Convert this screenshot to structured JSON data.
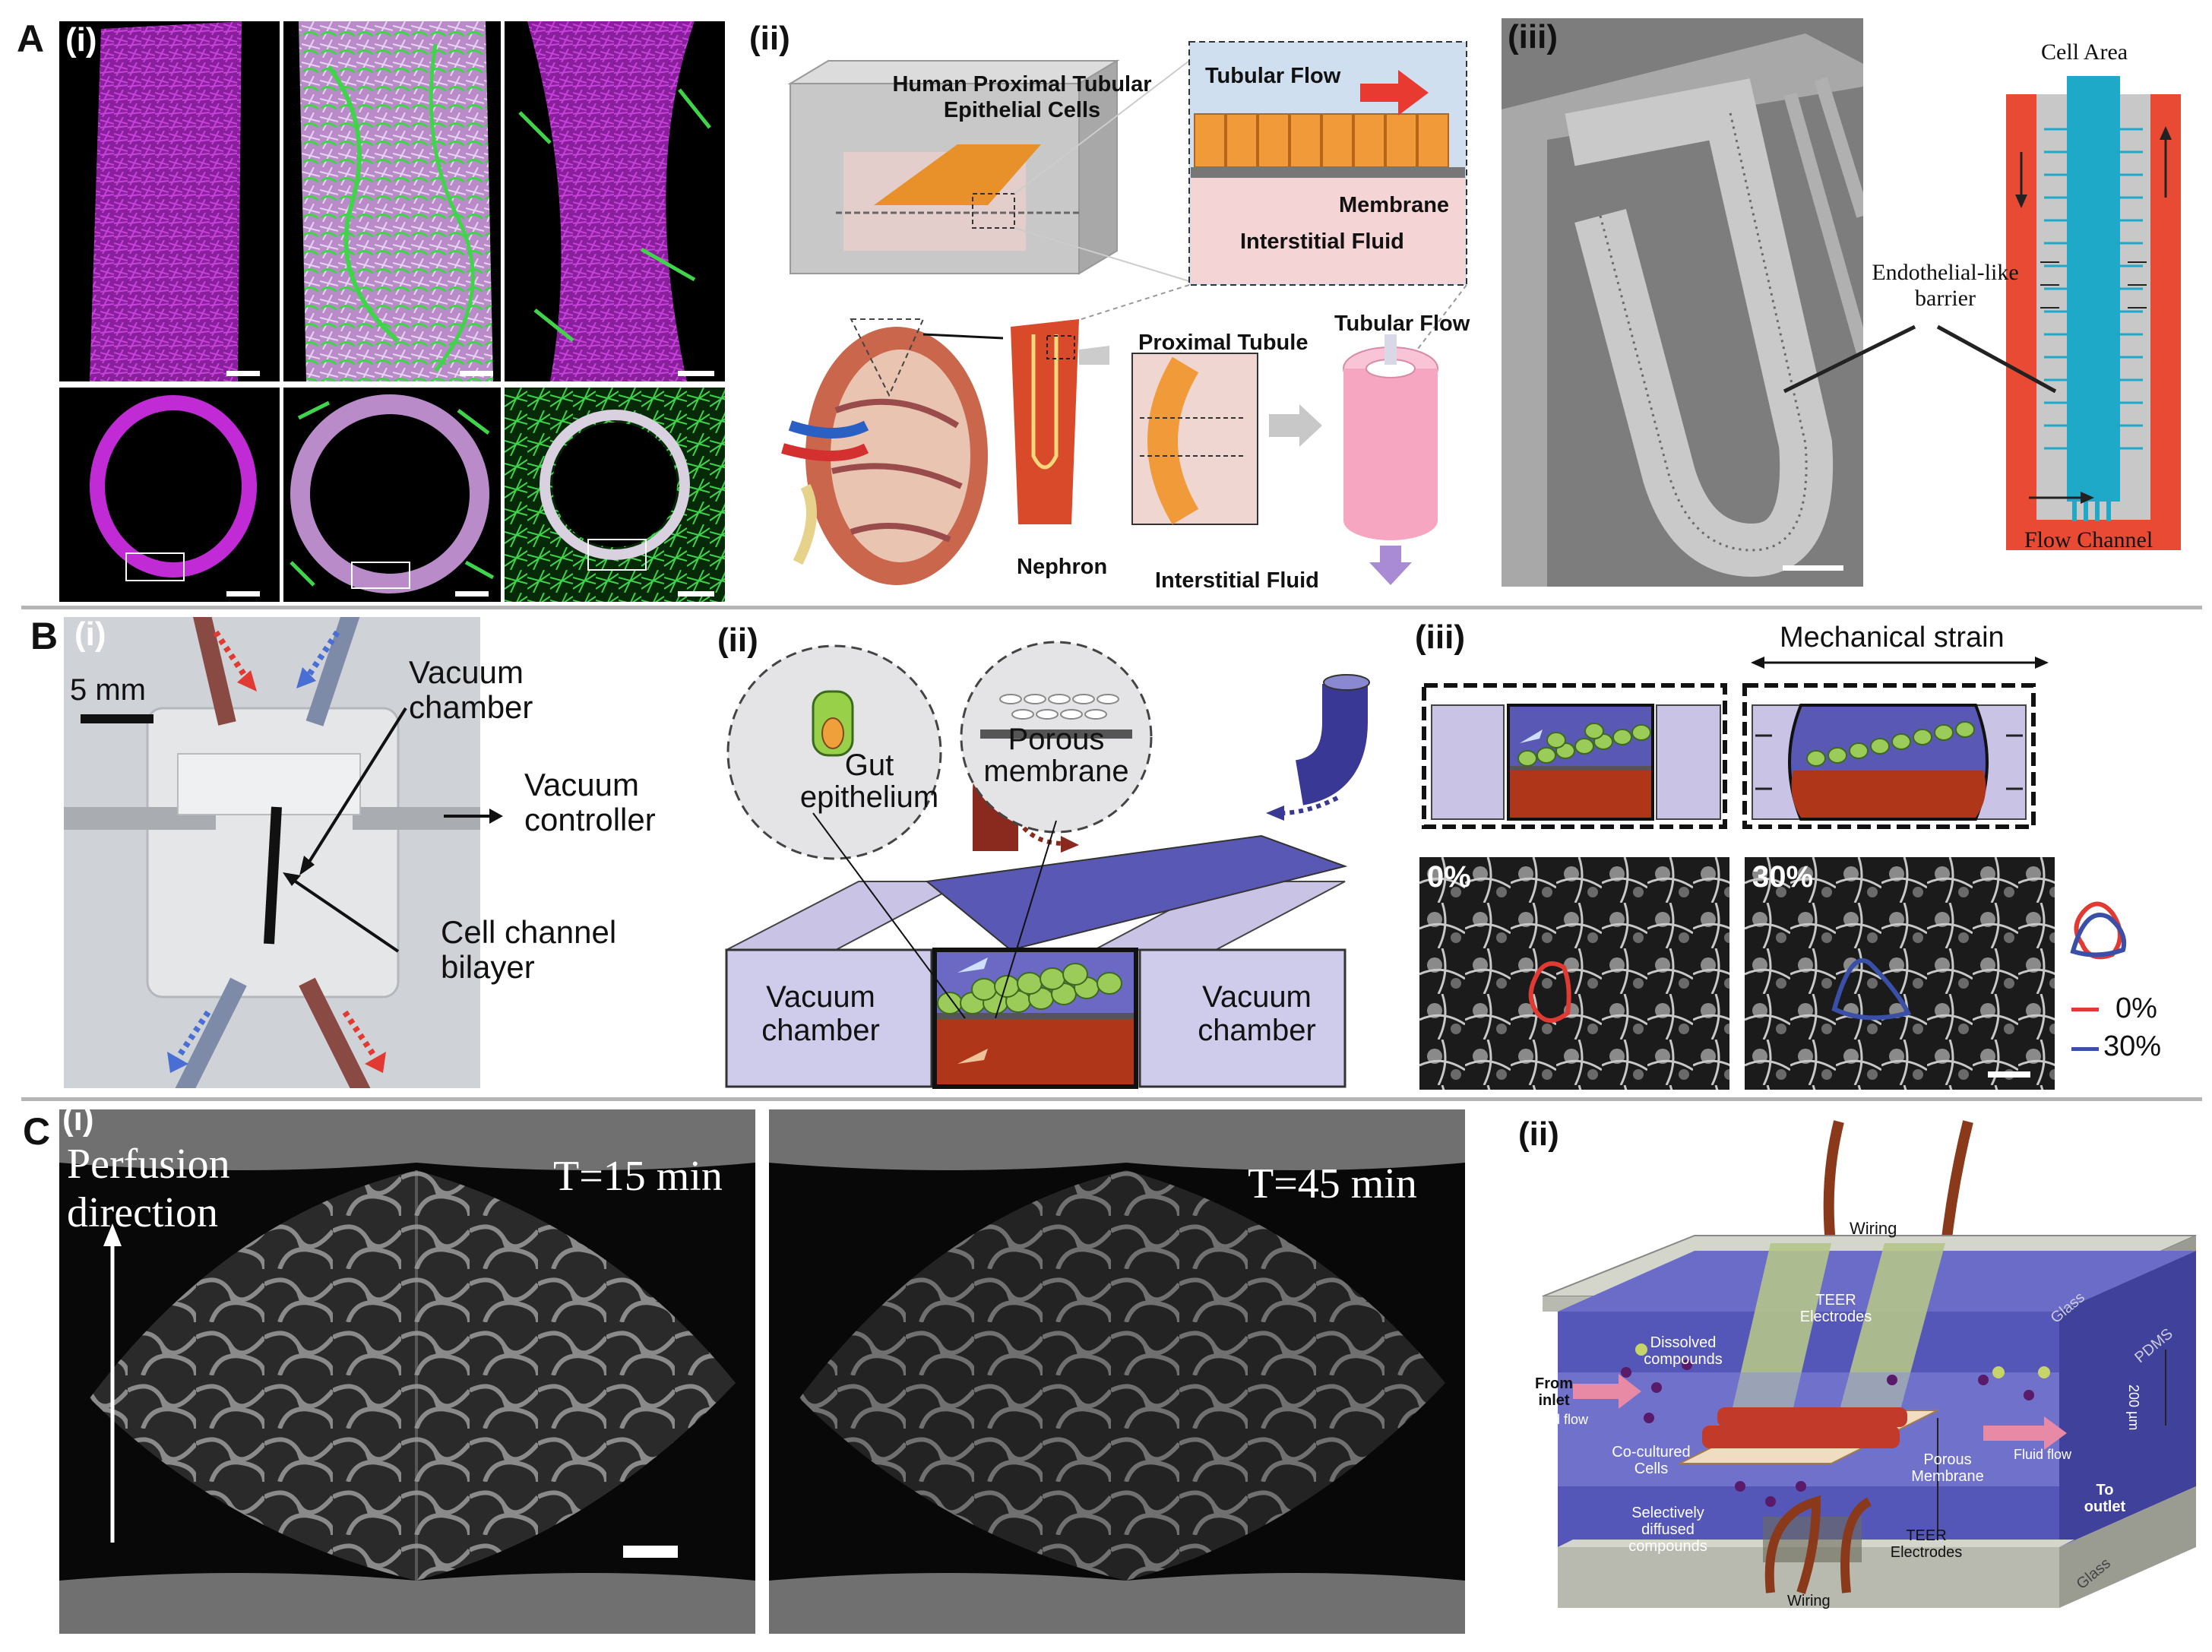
{
  "panels": {
    "A": {
      "letter": "A",
      "i": {
        "label": "(i)"
      },
      "ii": {
        "label": "(ii)",
        "texts": {
          "cells": "Human Proximal Tubular\nEpithelial Cells",
          "tubular_flow_top": "Tubular Flow",
          "membrane": "Membrane",
          "interstitial_top": "Interstitial Fluid",
          "proximal_tubule": "Proximal Tubule",
          "tubular_flow_right": "Tubular Flow",
          "nephron": "Nephron",
          "interstitial_bottom": "Interstitial Fluid"
        }
      },
      "iii": {
        "label": "(iii)",
        "texts": {
          "cell_area": "Cell Area",
          "barrier": "Endothelial-like\nbarrier",
          "flow_channel": "Flow Channel"
        }
      }
    },
    "B": {
      "letter": "B",
      "i": {
        "label": "(i)",
        "texts": {
          "scale": "5 mm",
          "vacuum_chamber": "Vacuum\nchamber",
          "vacuum_controller": "Vacuum\ncontroller",
          "cell_channel": "Cell channel\nbilayer"
        }
      },
      "ii": {
        "label": "(ii)",
        "texts": {
          "gut": "Gut\nepithelium",
          "porous": "Porous\nmembrane",
          "vac_left": "Vacuum\nchamber",
          "vac_right": "Vacuum\nchamber"
        }
      },
      "iii": {
        "label": "(iii)",
        "texts": {
          "mech_strain": "Mechanical strain",
          "pct0": "0%",
          "pct30": "30%",
          "legend0": "0%",
          "legend30": "30%"
        },
        "colors": {
          "zero": "#e03a33",
          "thirty": "#3a4fa8"
        }
      }
    },
    "C": {
      "letter": "C",
      "i": {
        "label": "(i)",
        "texts": {
          "perfusion": "Perfusion\ndirection",
          "t15": "T=15 min",
          "t45": "T=45 min"
        }
      },
      "ii": {
        "label": "(ii)",
        "texts": {
          "wiring_top": "Wiring",
          "teer_top": "TEER\nElectrodes",
          "glass_top": "Glass",
          "pdms": "PDMS",
          "dissolved": "Dissolved\ncompounds",
          "from_inlet": "From\ninlet",
          "fluid_flow_left": "Fluid flow",
          "co_cultured": "Co-cultured\nCells",
          "porous_membrane": "Porous\nMembrane",
          "fluid_flow_right": "Fluid flow",
          "to_outlet": "To\noutlet",
          "height": "200 µm",
          "selectively": "Selectively\ndiffused\ncompounds",
          "teer_bottom": "TEER\nElectrodes",
          "wiring_bottom": "Wiring",
          "glass_bottom": "Glass"
        }
      }
    }
  },
  "colors": {
    "magenta": "#c02bd6",
    "green": "#3fd44a",
    "red_arrow": "#e03a33",
    "blue_arrow": "#4a6fd4",
    "flow_channel_red": "#e94a33",
    "cell_area_cyan": "#1ea9c9",
    "pdms_blue": "#5557b8"
  }
}
